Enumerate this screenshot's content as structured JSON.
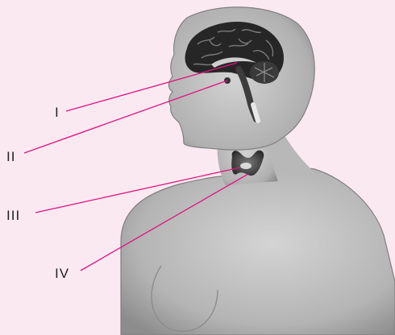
{
  "labels": [
    {
      "id": "I",
      "text": "I"
    },
    {
      "id": "II",
      "text": "II"
    },
    {
      "id": "III",
      "text": "III"
    },
    {
      "id": "IV",
      "text": "IV"
    }
  ],
  "colors": {
    "background": "#fbe9f1",
    "skin_light": "#c9c9c9",
    "skin_dark": "#8a8a8a",
    "brain": "#2b2b2b",
    "leader_line": "#e0157f"
  }
}
